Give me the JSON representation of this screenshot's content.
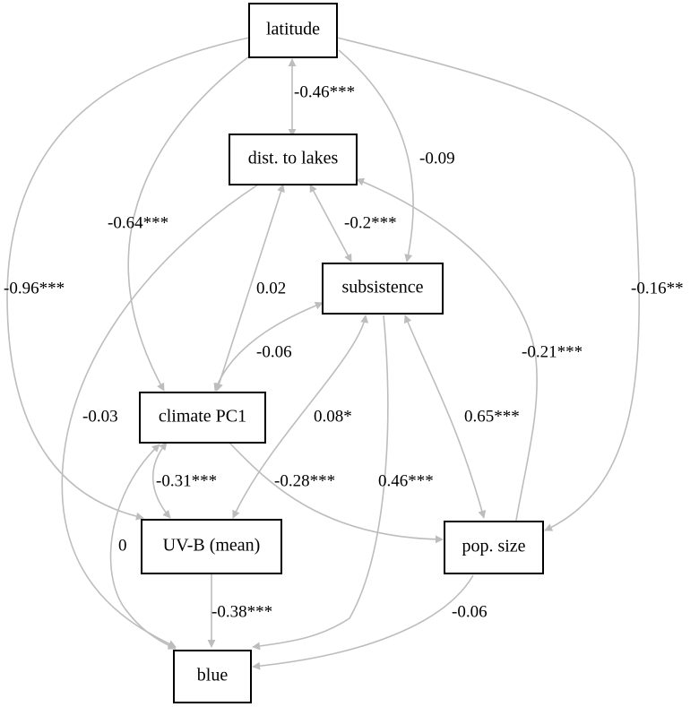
{
  "nodes": {
    "latitude": "latitude",
    "dist_to_lakes": "dist. to lakes",
    "subsistence": "subsistence",
    "climate_pc1": "climate PC1",
    "uvb_mean": "UV-B (mean)",
    "pop_size": "pop. size",
    "blue": "blue"
  },
  "edges": [
    {
      "from": "latitude",
      "to": "dist_to_lakes",
      "label": "-0.46***",
      "directed": false
    },
    {
      "from": "latitude",
      "to": "subsistence",
      "label": "-0.09",
      "directed": true
    },
    {
      "from": "latitude",
      "to": "climate_pc1",
      "label": "-0.64***",
      "directed": true
    },
    {
      "from": "latitude",
      "to": "uvb_mean",
      "label": "-0.96***",
      "directed": true
    },
    {
      "from": "latitude",
      "to": "pop_size",
      "label": "-0.16**",
      "directed": true
    },
    {
      "from": "dist_to_lakes",
      "to": "subsistence",
      "label": "-0.2***",
      "directed": false
    },
    {
      "from": "dist_to_lakes",
      "to": "climate_pc1",
      "label": "0.02",
      "directed": false
    },
    {
      "from": "dist_to_lakes",
      "to": "pop_size",
      "label": "-0.21***",
      "directed": false
    },
    {
      "from": "dist_to_lakes",
      "to": "blue",
      "label": "-0.03",
      "directed": true
    },
    {
      "from": "subsistence",
      "to": "climate_pc1",
      "label": "-0.06",
      "directed": false
    },
    {
      "from": "subsistence",
      "to": "uvb_mean",
      "label": "0.08*",
      "directed": false
    },
    {
      "from": "subsistence",
      "to": "pop_size",
      "label": "0.65***",
      "directed": false
    },
    {
      "from": "subsistence",
      "to": "blue",
      "label": "0.46***",
      "directed": true
    },
    {
      "from": "climate_pc1",
      "to": "uvb_mean",
      "label": "-0.31***",
      "directed": false
    },
    {
      "from": "climate_pc1",
      "to": "pop_size",
      "label": "-0.28***",
      "directed": true
    },
    {
      "from": "climate_pc1",
      "to": "blue",
      "label": "0",
      "directed": false
    },
    {
      "from": "uvb_mean",
      "to": "blue",
      "label": "-0.38***",
      "directed": true
    },
    {
      "from": "pop_size",
      "to": "blue",
      "label": "-0.06",
      "directed": true
    }
  ],
  "colors": {
    "edge": "#bdbdbd",
    "node_border": "#000000",
    "text": "#000000"
  }
}
